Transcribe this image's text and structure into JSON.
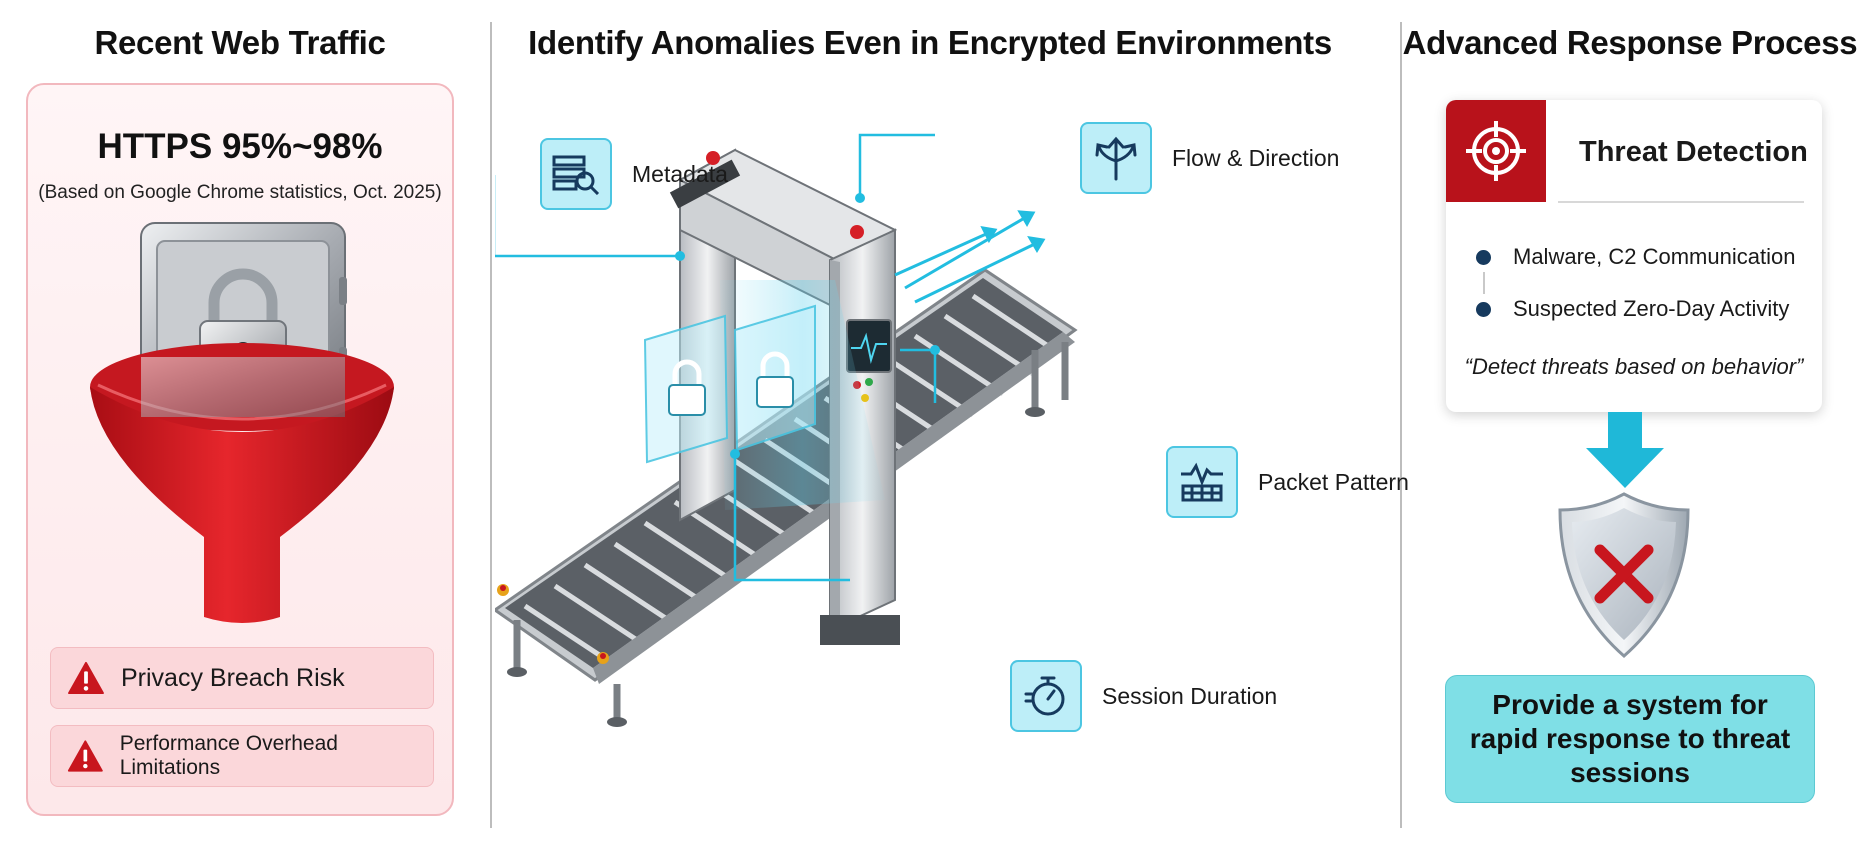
{
  "columns": {
    "left_title": "Recent Web Traffic",
    "middle_title": "Identify Anomalies Even in Encrypted Environments",
    "right_title": "Advanced Response Process"
  },
  "left": {
    "https_stat": "HTTPS 95%~98%",
    "source_note": "(Based on Google Chrome statistics, Oct. 2025)",
    "risks": [
      {
        "label": "Privacy Breach Risk"
      },
      {
        "label": "Performance Overhead Limitations"
      }
    ]
  },
  "middle": {
    "callouts": {
      "metadata": "Metadata",
      "flow": "Flow & Direction",
      "packet": "Packet Pattern",
      "session": "Session Duration"
    }
  },
  "right": {
    "threat_title": "Threat Detection",
    "bullets": [
      "Malware, C2 Communication",
      "Suspected Zero-Day Activity"
    ],
    "quote": "“Detect threats based on behavior”",
    "response_text": "Provide a system for rapid response to threat sessions"
  },
  "colors": {
    "accent_red": "#b8121b",
    "accent_cyan": "#1fb8d8",
    "bullet_navy": "#163a5e",
    "response_box": "#7fdfe6"
  }
}
